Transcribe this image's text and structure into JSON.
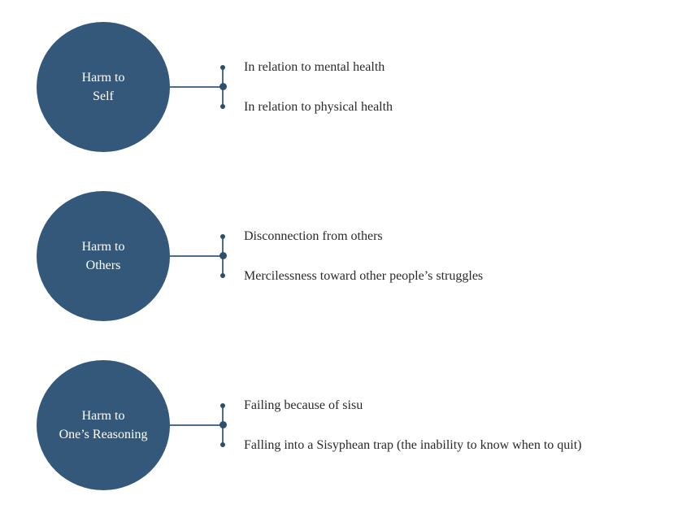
{
  "groups": [
    {
      "title_line1": "Harm to",
      "title_line2": "Self",
      "items": [
        "In relation to mental health",
        "In relation to physical health"
      ]
    },
    {
      "title_line1": "Harm to",
      "title_line2": "Others",
      "items": [
        "Disconnection from others",
        "Mercilessness toward other people’s struggles"
      ]
    },
    {
      "title_line1": "Harm to",
      "title_line2": "One’s Reasoning",
      "items": [
        "Failing because of sisu",
        "Falling into a Sisyphean trap (the inability to know when to quit)"
      ]
    }
  ],
  "colors": {
    "circle_fill": "#34587a",
    "connector": "#4d6d8c",
    "text": "#2a2a2a"
  }
}
